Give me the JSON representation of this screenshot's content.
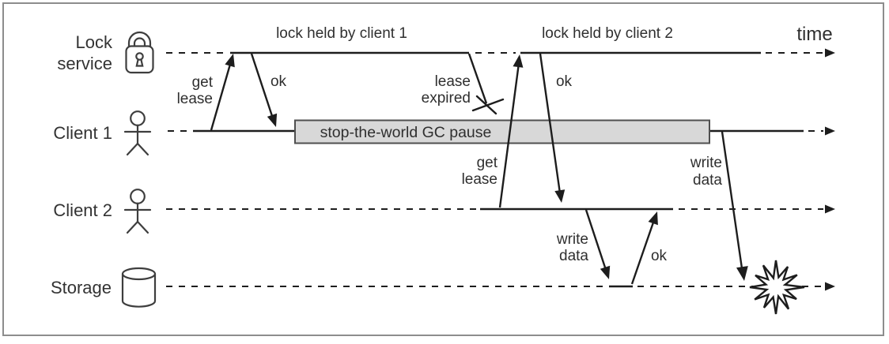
{
  "diagram": {
    "type": "sequence-timeline",
    "description_of_pixels": "Four horizontal dashed timelines (Lock service, Client 1, Client 2, Storage) with lease request/ok arrows, a stop-the-world GC pause box, a lease-expired cross, and a conflicting write ending in an explosion on the Storage timeline",
    "time_axis_label": "time",
    "lanes": [
      {
        "id": "lock-service",
        "label": "Lock service",
        "label_lines": [
          "Lock",
          "service"
        ],
        "icon": "padlock-icon"
      },
      {
        "id": "client-1",
        "label": "Client 1",
        "icon": "person-icon"
      },
      {
        "id": "client-2",
        "label": "Client 2",
        "icon": "person-icon"
      },
      {
        "id": "storage",
        "label": "Storage",
        "icon": "database-icon"
      }
    ],
    "spans": [
      {
        "lane": "lock-service",
        "label": "lock held by client 1"
      },
      {
        "lane": "lock-service",
        "label": "lock held by client 2"
      },
      {
        "lane": "client-1",
        "label": "stop-the-world GC pause",
        "style": "gray-box"
      }
    ],
    "events": [
      {
        "lane": "lock-service",
        "label_lines": [
          "lease",
          "expired"
        ],
        "marker": "cross"
      }
    ],
    "messages": [
      {
        "from": "client-1",
        "to": "lock-service",
        "label_lines": [
          "get",
          "lease"
        ]
      },
      {
        "from": "lock-service",
        "to": "client-1",
        "label": "ok"
      },
      {
        "from": "client-2",
        "to": "lock-service",
        "label_lines": [
          "get",
          "lease"
        ]
      },
      {
        "from": "lock-service",
        "to": "client-2",
        "label": "ok"
      },
      {
        "from": "client-2",
        "to": "storage",
        "label_lines": [
          "write",
          "data"
        ]
      },
      {
        "from": "storage",
        "to": "client-2",
        "label": "ok"
      },
      {
        "from": "client-1",
        "to": "storage",
        "label_lines": [
          "write",
          "data"
        ],
        "marker": "explosion"
      }
    ],
    "colors": {
      "line": "#1d1d1d",
      "text": "#2f2f2f",
      "box_fill": "#d8d8d8",
      "box_border": "#4f4f4f",
      "frame": "#8d8d8d",
      "icon": "#3e3e3e"
    }
  }
}
